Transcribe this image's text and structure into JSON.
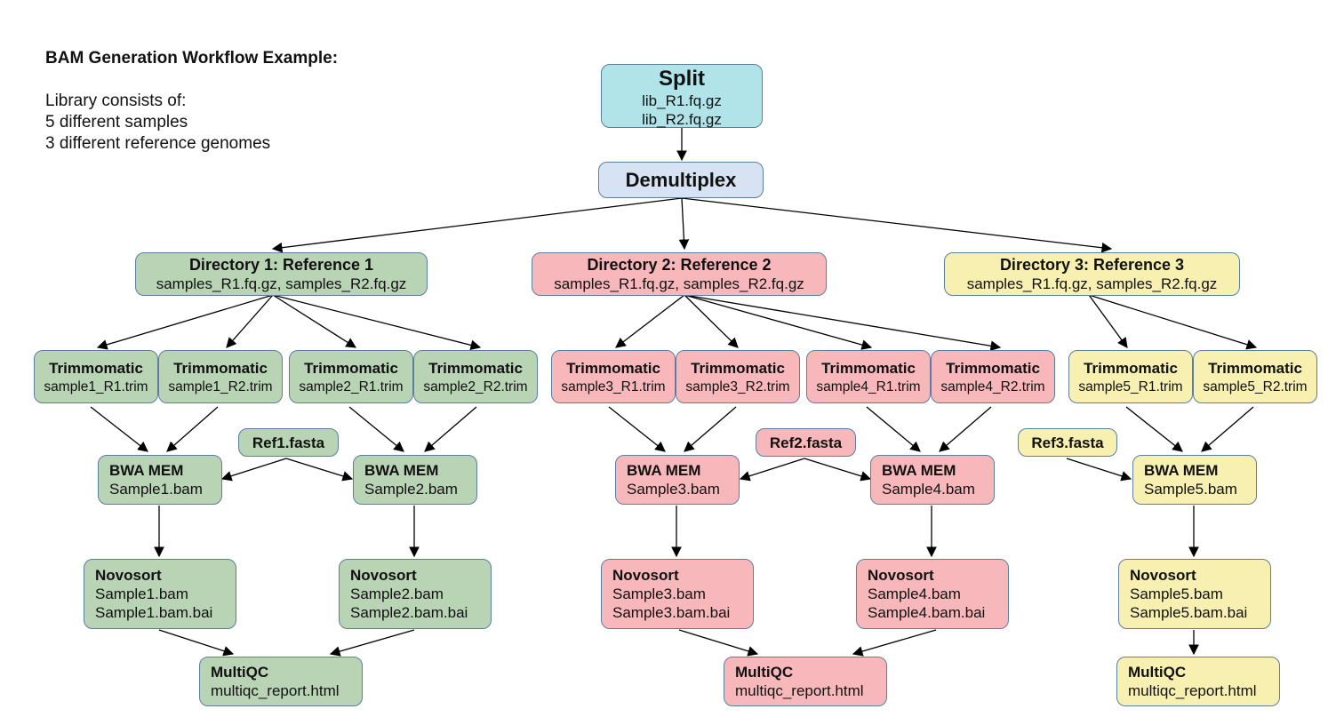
{
  "intro": {
    "title": "BAM Generation Workflow Example:",
    "lines": [
      "Library consists of:",
      "5 different samples",
      "3 different reference genomes"
    ]
  },
  "nodes": {
    "split": {
      "title": "Split",
      "lines": [
        "lib_R1.fq.gz",
        "lib_R2.fq.gz"
      ]
    },
    "demux": {
      "title": "Demultiplex"
    },
    "dir1": {
      "title": "Directory 1:  Reference 1",
      "lines": [
        "samples_R1.fq.gz, samples_R2.fq.gz"
      ]
    },
    "dir2": {
      "title": "Directory 2:  Reference 2",
      "lines": [
        "samples_R1.fq.gz, samples_R2.fq.gz"
      ]
    },
    "dir3": {
      "title": "Directory 3:  Reference 3",
      "lines": [
        "samples_R1.fq.gz, samples_R2.fq.gz"
      ]
    },
    "t1": {
      "title": "Trimmomatic",
      "lines": [
        "sample1_R1.trim"
      ]
    },
    "t2": {
      "title": "Trimmomatic",
      "lines": [
        "sample1_R2.trim"
      ]
    },
    "t3": {
      "title": "Trimmomatic",
      "lines": [
        "sample2_R1.trim"
      ]
    },
    "t4": {
      "title": "Trimmomatic",
      "lines": [
        "sample2_R2.trim"
      ]
    },
    "t5": {
      "title": "Trimmomatic",
      "lines": [
        "sample3_R1.trim"
      ]
    },
    "t6": {
      "title": "Trimmomatic",
      "lines": [
        "sample3_R2.trim"
      ]
    },
    "t7": {
      "title": "Trimmomatic",
      "lines": [
        "sample4_R1.trim"
      ]
    },
    "t8": {
      "title": "Trimmomatic",
      "lines": [
        "sample4_R2.trim"
      ]
    },
    "t9": {
      "title": "Trimmomatic",
      "lines": [
        "sample5_R1.trim"
      ]
    },
    "t10": {
      "title": "Trimmomatic",
      "lines": [
        "sample5_R2.trim"
      ]
    },
    "ref1": {
      "title": "Ref1.fasta"
    },
    "ref2": {
      "title": "Ref2.fasta"
    },
    "ref3": {
      "title": "Ref3.fasta"
    },
    "b1": {
      "title": "BWA MEM",
      "lines": [
        "Sample1.bam"
      ]
    },
    "b2": {
      "title": "BWA MEM",
      "lines": [
        "Sample2.bam"
      ]
    },
    "b3": {
      "title": "BWA MEM",
      "lines": [
        "Sample3.bam"
      ]
    },
    "b4": {
      "title": "BWA MEM",
      "lines": [
        "Sample4.bam"
      ]
    },
    "b5": {
      "title": "BWA MEM",
      "lines": [
        "Sample5.bam"
      ]
    },
    "n1": {
      "title": "Novosort",
      "lines": [
        "Sample1.bam",
        "Sample1.bam.bai"
      ]
    },
    "n2": {
      "title": "Novosort",
      "lines": [
        "Sample2.bam",
        "Sample2.bam.bai"
      ]
    },
    "n3": {
      "title": "Novosort",
      "lines": [
        "Sample3.bam",
        "Sample3.bam.bai"
      ]
    },
    "n4": {
      "title": "Novosort",
      "lines": [
        "Sample4.bam",
        "Sample4.bam.bai"
      ]
    },
    "n5": {
      "title": "Novosort",
      "lines": [
        "Sample5.bam",
        "Sample5.bam.bai"
      ]
    },
    "m1": {
      "title": "MultiQC",
      "lines": [
        "multiqc_report.html"
      ]
    },
    "m2": {
      "title": "MultiQC",
      "lines": [
        "multiqc_report.html"
      ]
    },
    "m3": {
      "title": "MultiQC",
      "lines": [
        "multiqc_report.html"
      ]
    }
  },
  "colors": {
    "green": "#b9d3b5",
    "red": "#f8b8bb",
    "yellow": "#f8f0b1",
    "cyan": "#b1e4e8",
    "blue": "#d7e3f2",
    "border": "#5b7f9f"
  }
}
